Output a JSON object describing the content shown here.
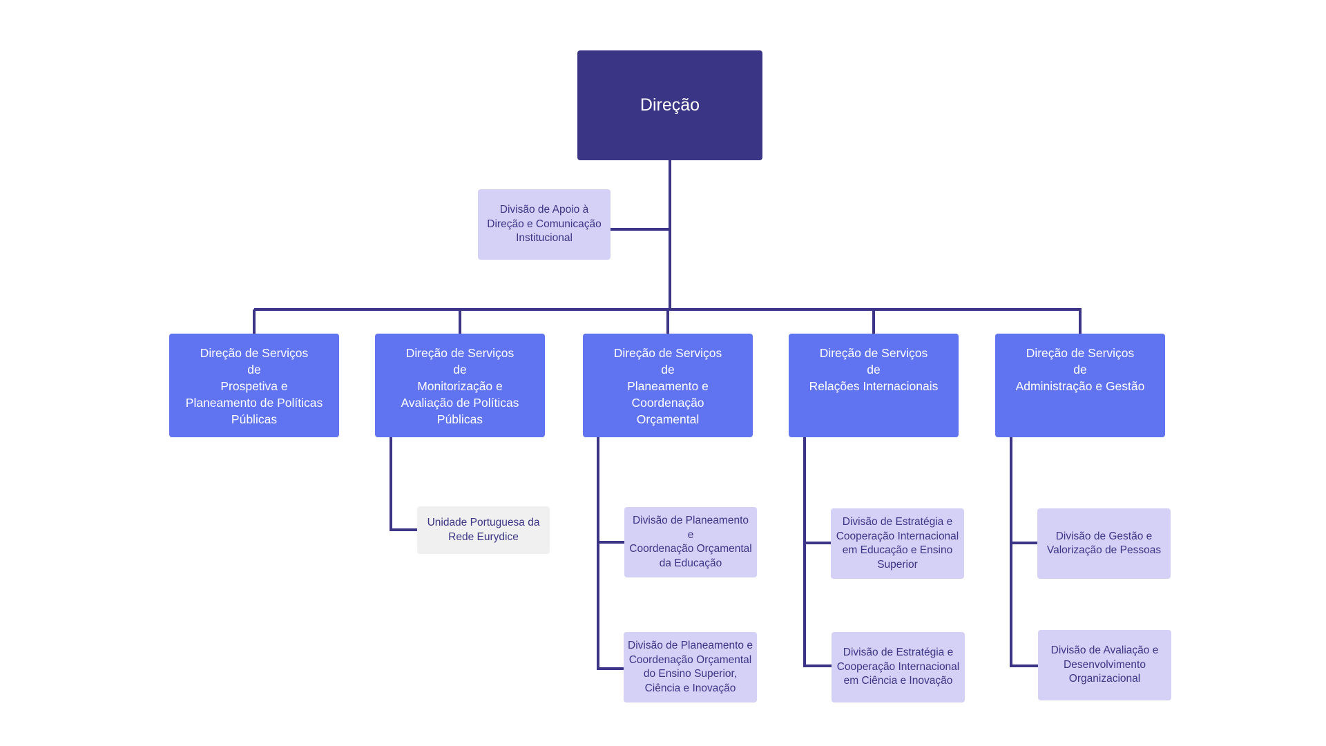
{
  "org_chart": {
    "root": {
      "label": "Direção"
    },
    "support_division": {
      "label": "Divisão de Apoio à\nDireção e Comunicação\nInstitucional"
    },
    "services": [
      {
        "label": "Direção de Serviços\nde\nProspetiva e\nPlaneamento de Políticas\nPúblicas",
        "children": []
      },
      {
        "label": "Direção de Serviços\nde\nMonitorização e\nAvaliação de Políticas\nPúblicas",
        "children": [
          {
            "label": "Unidade Portuguesa da\nRede Eurydice"
          }
        ]
      },
      {
        "label": "Direção de Serviços\nde\nPlaneamento e\nCoordenação\nOrçamental",
        "children": [
          {
            "label": "Divisão de Planeamento e\nCoordenação Orçamental\nda Educação"
          },
          {
            "label": "Divisão de Planeamento e\nCoordenação Orçamental\ndo Ensino Superior,\nCiência e Inovação"
          }
        ]
      },
      {
        "label": "Direção de Serviços\nde\nRelações Internacionais",
        "children": [
          {
            "label": "Divisão de Estratégia e\nCooperação Internacional\nem Educação e Ensino\nSuperior"
          },
          {
            "label": "Divisão de Estratégia e\nCooperação Internacional\nem Ciência e Inovação"
          }
        ]
      },
      {
        "label": "Direção de Serviços\nde\nAdministração e Gestão",
        "children": [
          {
            "label": "Divisão de Gestão e\nValorização de Pessoas"
          },
          {
            "label": "Divisão de Avaliação e\nDesenvolvimento\nOrganizacional"
          }
        ]
      }
    ]
  },
  "colors": {
    "root_fill": "#3b3585",
    "service_fill": "#6073f0",
    "division_fill": "#d5d0f6",
    "unit_fill": "#f0f0f0",
    "connector": "#3c3486",
    "dark_text": "#3b3585",
    "light_text": "#ffffff"
  }
}
